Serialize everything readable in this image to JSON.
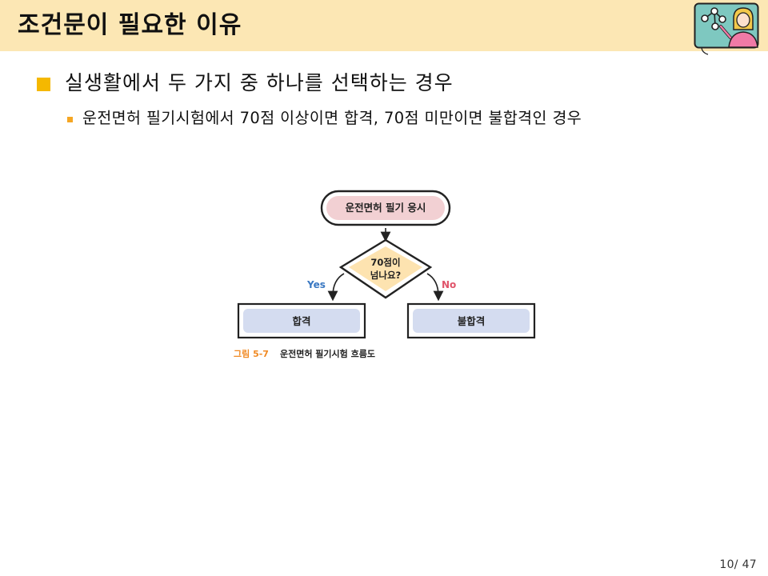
{
  "slide": {
    "title": "조건문이 필요한 이유",
    "page_current": "10",
    "page_total": "47",
    "bullets": [
      {
        "text": "실생활에서 두 가지 중 하나를 선택하는 경우",
        "sub": [
          {
            "text": "운전면허 필기시험에서 70점 이상이면 합격, 70점 미만이면 불합격인 경우"
          }
        ]
      }
    ]
  },
  "flowchart": {
    "start": "운전면허 필기 응시",
    "decision_line1": "70점이",
    "decision_line2": "넘나요?",
    "yes_label": "Yes",
    "no_label": "No",
    "pass": "합격",
    "fail": "불합격",
    "caption_fig": "그림 5-7",
    "caption_text": "운전면허 필기시험 흐름도"
  },
  "logo": {
    "icon": "presenter-logo"
  },
  "colors": {
    "title_bar": "#fce7b4",
    "bullet_square": "#f5b800",
    "sub_bullet": "#f5a623",
    "start_fill": "#f2d0d3",
    "decision_fill": "#fde3b0",
    "result_fill": "#d4dcf0",
    "yes": "#3a78c2",
    "no": "#e0546a",
    "caption_fig": "#f08a24"
  }
}
